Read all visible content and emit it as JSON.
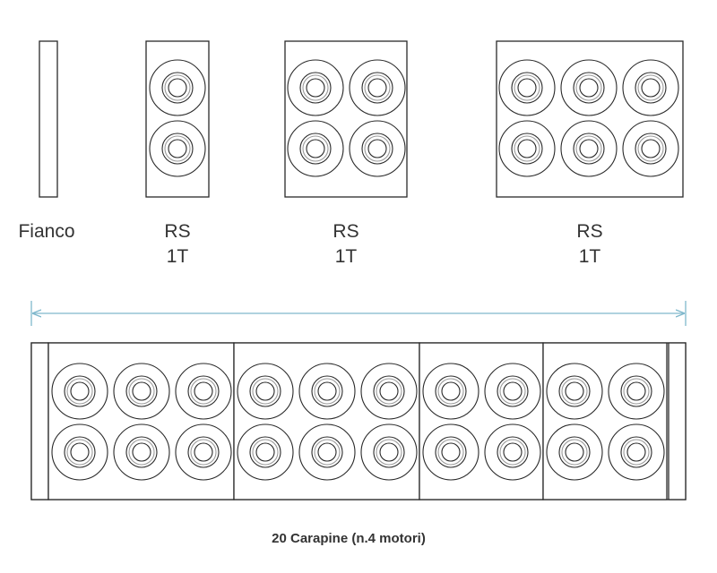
{
  "labels": {
    "fianco": "Fianco",
    "module_2": {
      "line1": "RS",
      "line2": "1T"
    },
    "module_4": {
      "line1": "RS",
      "line2": "1T"
    },
    "module_6": {
      "line1": "RS",
      "line2": "1T"
    }
  },
  "caption": "20 Carapine (n.4 motori)",
  "colors": {
    "line": "#2a2a2a",
    "dimension": "#7fb8cc",
    "text": "#333333",
    "accent_ring": "#9a9a9a"
  },
  "assembly": {
    "module_columns": [
      3,
      3,
      2,
      2
    ],
    "rows": 2,
    "units_total": 20
  }
}
